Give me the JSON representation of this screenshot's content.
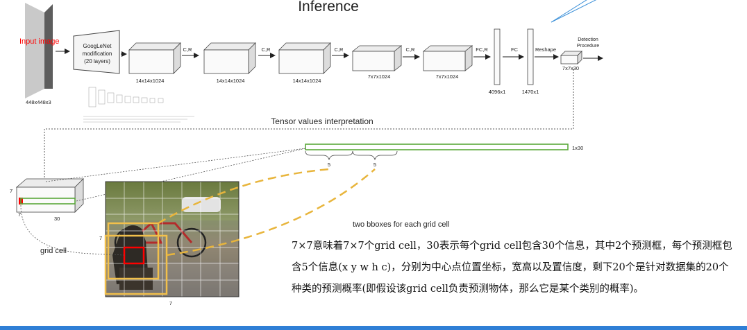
{
  "title": "Inference",
  "input": {
    "label": "Input image",
    "size": "448x448x3"
  },
  "googlenet": {
    "line1": "GoogLeNet",
    "line2": "modification",
    "line3": "(20 layers)"
  },
  "pipeline": [
    {
      "dims": "14x14x1024",
      "op": "C,R"
    },
    {
      "dims": "14x14x1024",
      "op": "C,R"
    },
    {
      "dims": "14x14x1024",
      "op": "C,R"
    },
    {
      "dims": "7x7x1024",
      "op": "C,R"
    },
    {
      "dims": "7x7x1024",
      "op": ""
    }
  ],
  "fc1": {
    "op": "FC,R",
    "size": "4096x1"
  },
  "fc2": {
    "op": "FC",
    "size": "1470x1"
  },
  "reshape": {
    "op": "Reshape",
    "size": "7x7x30"
  },
  "detection": {
    "line1": "Detection",
    "line2": "Procedure"
  },
  "interpretation": {
    "heading": "Tensor values interpretation",
    "vector_label": "1x30",
    "brace1": "5",
    "brace2": "5",
    "tensor_h": "7",
    "tensor_w": "7",
    "tensor_d": "30",
    "grid_cell_label": "grid cell",
    "grid_size_left": "7",
    "grid_size_bottom": "7",
    "bbox_caption": "two bboxes for each grid cell"
  },
  "description": "7×7意味着7×7个grid cell，30表示每个grid cell包含30个信息，其中2个预测框，每个预测框包含5个信息(x y w h c)，分别为中心点位置坐标，宽高以及置信度，剩下20个是针对数据集的20个种类的预测概率(即假设该grid cell负责预测物体，那么它是某个类别的概率)。",
  "colors": {
    "input_label": "#ff0000",
    "vector": "#5aa83a",
    "bbox": "#f2c04b",
    "highlight": "#ff0000",
    "accent_bar": "#2f7fd6"
  }
}
